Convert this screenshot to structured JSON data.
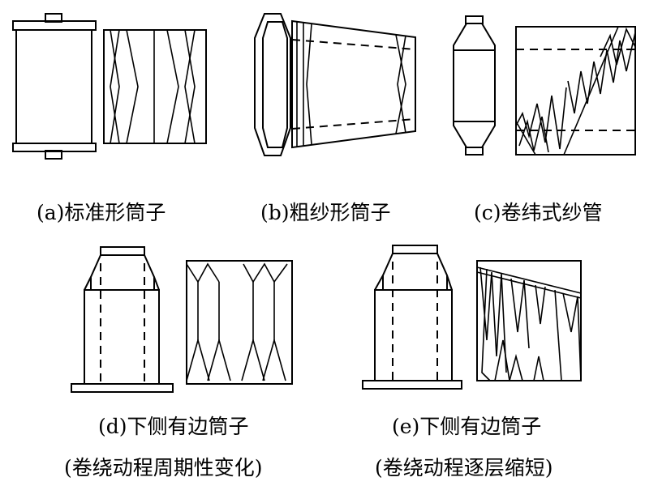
{
  "captions": {
    "a": "(a)标准形筒子",
    "b": "(b)粗纱形筒子",
    "c": "(c)卷纬式纱管",
    "d1": "(d)下侧有边筒子",
    "d2": "(卷绕动程周期性变化)",
    "e1": "(e)下侧有边筒子",
    "e2": "(卷绕动程逐层缩短)"
  }
}
